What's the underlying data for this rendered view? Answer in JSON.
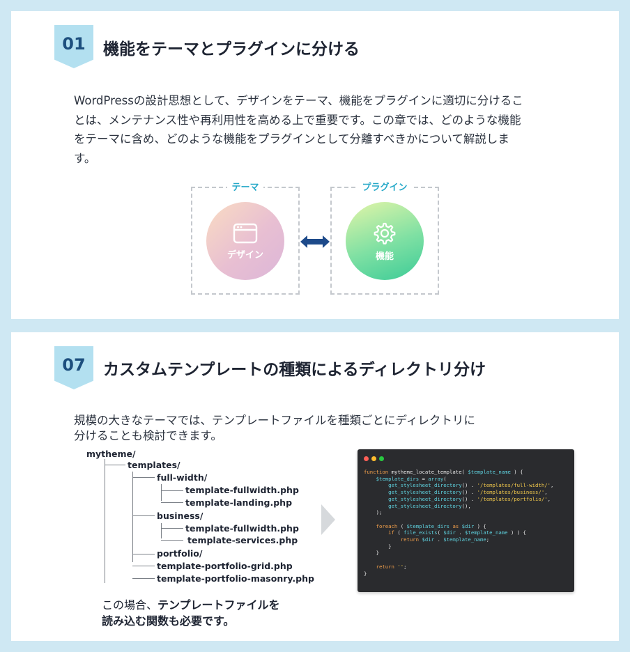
{
  "section1": {
    "number": "01",
    "title": "機能をテーマとプラグインに分ける",
    "paragraph_lines": [
      "WordPressの設計思想として、デザインをテーマ、機能をプラグインに適切に分けるこ",
      "とは、メンテナンス性や再利用性を高める上で重要です。この章では、どのような機能",
      "をテーマに含め、どのような機能をプラグインとして分離すべきかについて解説しま",
      "す。"
    ],
    "diagram": {
      "left_box_label": "テーマ",
      "left_circle_label": "デザイン",
      "left_icon": "browser-window-icon",
      "right_box_label": "プラグイン",
      "right_circle_label": "機能",
      "right_icon": "gear-icon",
      "arrow_icon": "double-arrow-icon",
      "arrow_color": "#1d4a8a"
    }
  },
  "section2": {
    "number": "07",
    "title": "カスタムテンプレートの種類によるディレクトリ分け",
    "paragraph_lines": [
      "規模の大きなテーマでは、テンプレートファイルを種類ごとにディレクトリに",
      "分けることも検討できます。"
    ],
    "tree": [
      "mytheme/",
      "templates/",
      "full-width/",
      "template-fullwidth.php",
      "template-landing.php",
      "business/",
      "template-fullwidth.php",
      "template-services.php",
      "portfolio/",
      "template-portfolio-grid.php",
      "template-portfolio-masonry.php"
    ],
    "code_lines": [
      "function mytheme_locate_template( $template_name ) {",
      "    $template_dirs = array(",
      "        get_stylesheet_directory() . '/templates/full-width/',",
      "        get_stylesheet_directory() . '/templates/business/',",
      "        get_stylesheet_directory() . '/templates/portfolio/',",
      "        get_stylesheet_directory(),",
      "    );",
      "",
      "    foreach ( $template_dirs as $dir ) {",
      "        if ( file_exists( $dir . $template_name ) ) {",
      "            return $dir . $template_name;",
      "        }",
      "    }",
      "",
      "    return '';",
      "}"
    ],
    "note_line1_prefix": "この場合、",
    "note_line1_bold": "テンプレートファイルを",
    "note_line2_bold": "読み込む関数も必要です。"
  },
  "colors": {
    "page_bg": "#cfe8f3",
    "badge_bg": "#b3e0f0",
    "badge_text": "#1d4f7e",
    "accent_label": "#25a8c8",
    "code_bg": "#2a2b2e",
    "window_dot_red": "#ff5f57",
    "window_dot_yellow": "#febc2e",
    "window_dot_green": "#28c840"
  }
}
